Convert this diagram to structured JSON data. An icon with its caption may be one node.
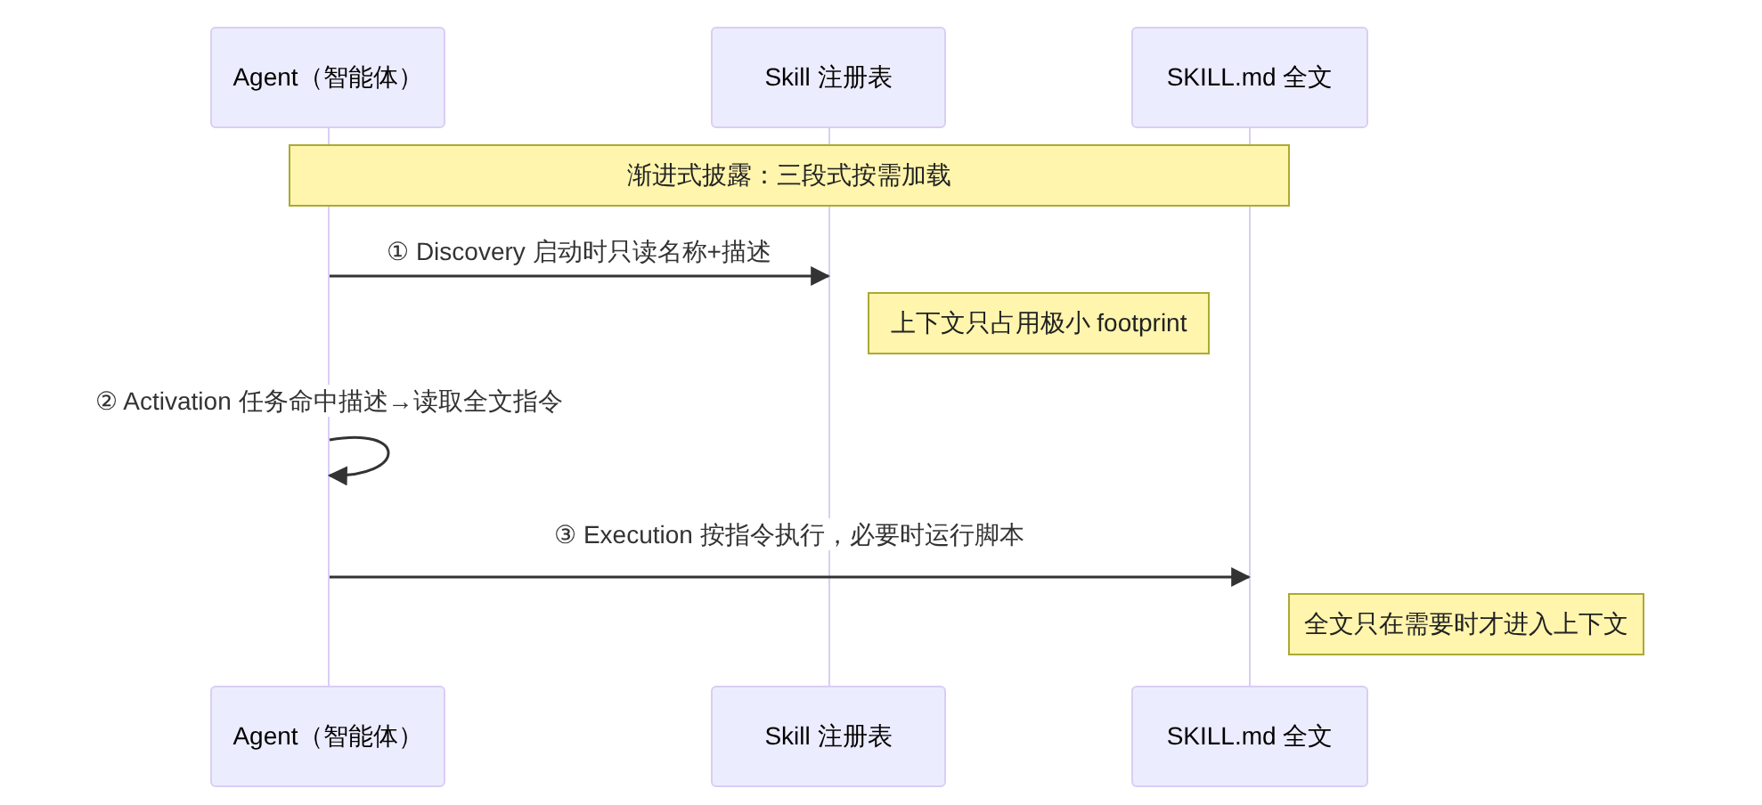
{
  "diagram": {
    "nodes": [
      {
        "text": [
          "Agent（智能体）"
        ]
      },
      {
        "text": [
          "Skill 注册表"
        ]
      },
      {
        "text": [
          "SKILL.md 全文"
        ]
      },
      {
        "text": [],
        "shape": "line"
      },
      {
        "text": [],
        "shape": "line"
      },
      {
        "text": [],
        "shape": "line"
      },
      {
        "text": [
          "渐进式披露：三段式按需加载"
        ]
      },
      {
        "text": [
          "上下文只占用极小 footprint"
        ]
      },
      {
        "text": [
          "全文只在需要时才进入上下文"
        ]
      },
      {
        "text": [
          "Agent（智能体）"
        ]
      },
      {
        "text": [
          "Skill 注册表"
        ]
      },
      {
        "text": [
          "SKILL.md 全文"
        ]
      }
    ],
    "edges": [
      {
        "from": 3,
        "to": 4,
        "arrow": "to",
        "label": "① Discovery 启动时只读名称+描述"
      },
      {
        "from": 3,
        "to": 3,
        "arrow": "to",
        "label": "② Activation 任务命中描述→读取全文指令"
      },
      {
        "from": 3,
        "to": 5,
        "arrow": "to",
        "label": "③ Execution 按指令执行，必要时运行脚本"
      }
    ]
  }
}
